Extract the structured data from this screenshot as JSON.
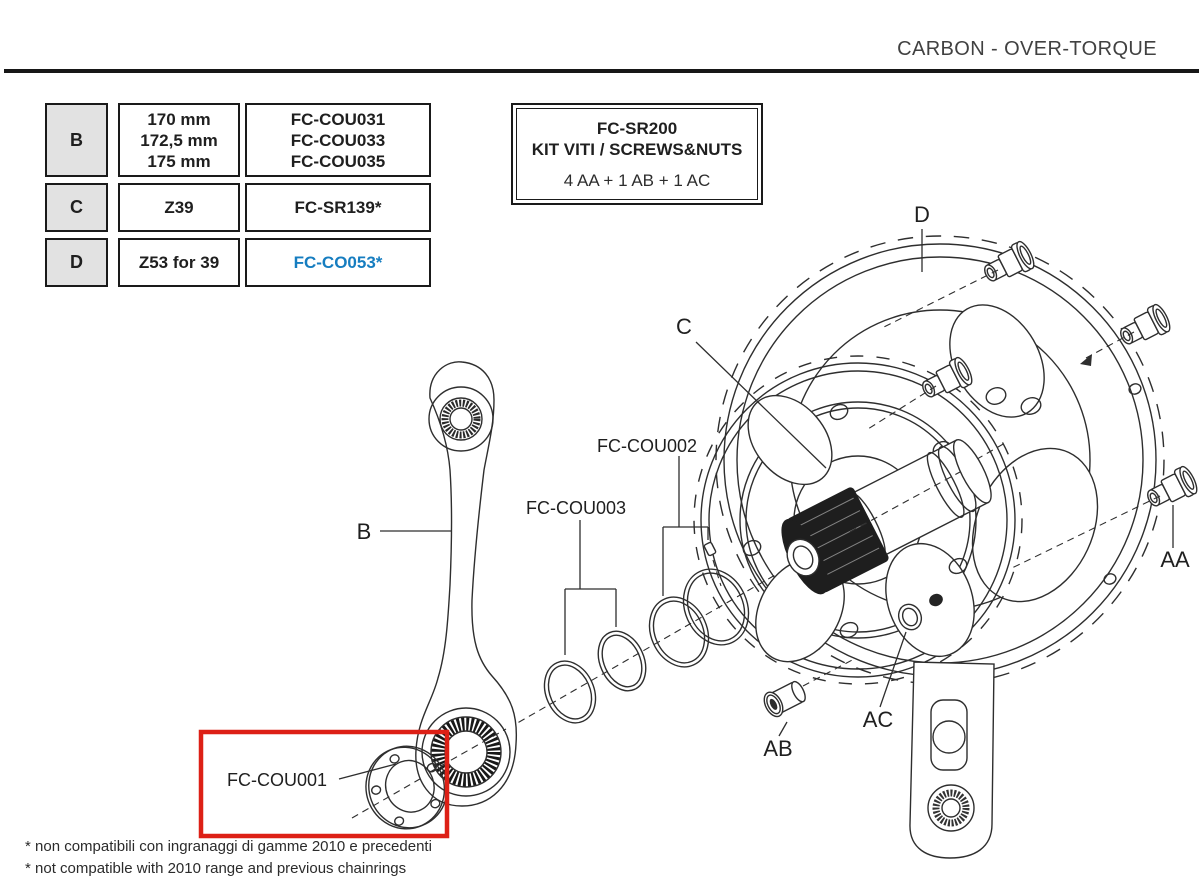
{
  "header": {
    "title": "CARBON - OVER-TORQUE"
  },
  "parts_table": {
    "rows": [
      {
        "key": "B",
        "specs": [
          "170 mm",
          "172,5 mm",
          "175 mm"
        ],
        "codes": [
          "FC-COU031",
          "FC-COU033",
          "FC-COU035"
        ]
      },
      {
        "key": "C",
        "specs": [
          "Z39"
        ],
        "codes": [
          "FC-SR139*"
        ]
      },
      {
        "key": "D",
        "specs": [
          "Z53 for 39"
        ],
        "codes": [
          "FC-CO053*"
        ]
      }
    ]
  },
  "kit_box": {
    "code": "FC-SR200",
    "name": "KIT VITI / SCREWS&NUTS",
    "contents": "4 AA + 1 AB + 1 AC"
  },
  "diagram": {
    "labels": {
      "b": "B",
      "c": "C",
      "d": "D",
      "aa": "AA",
      "ab": "AB",
      "ac": "AC",
      "cou001": "FC-COU001",
      "cou002": "FC-COU002",
      "cou003": "FC-COU003"
    }
  },
  "footnotes": {
    "it": "* non compatibili con ingranaggi di gamme 2010 e precedenti",
    "en": "* not compatible with 2010 range and previous chainrings"
  },
  "colors": {
    "line": "#2e2e2e",
    "highlight_red": "#dd2016",
    "accent_blue": "#167dc0",
    "cell_gray": "#e2e2e2"
  }
}
